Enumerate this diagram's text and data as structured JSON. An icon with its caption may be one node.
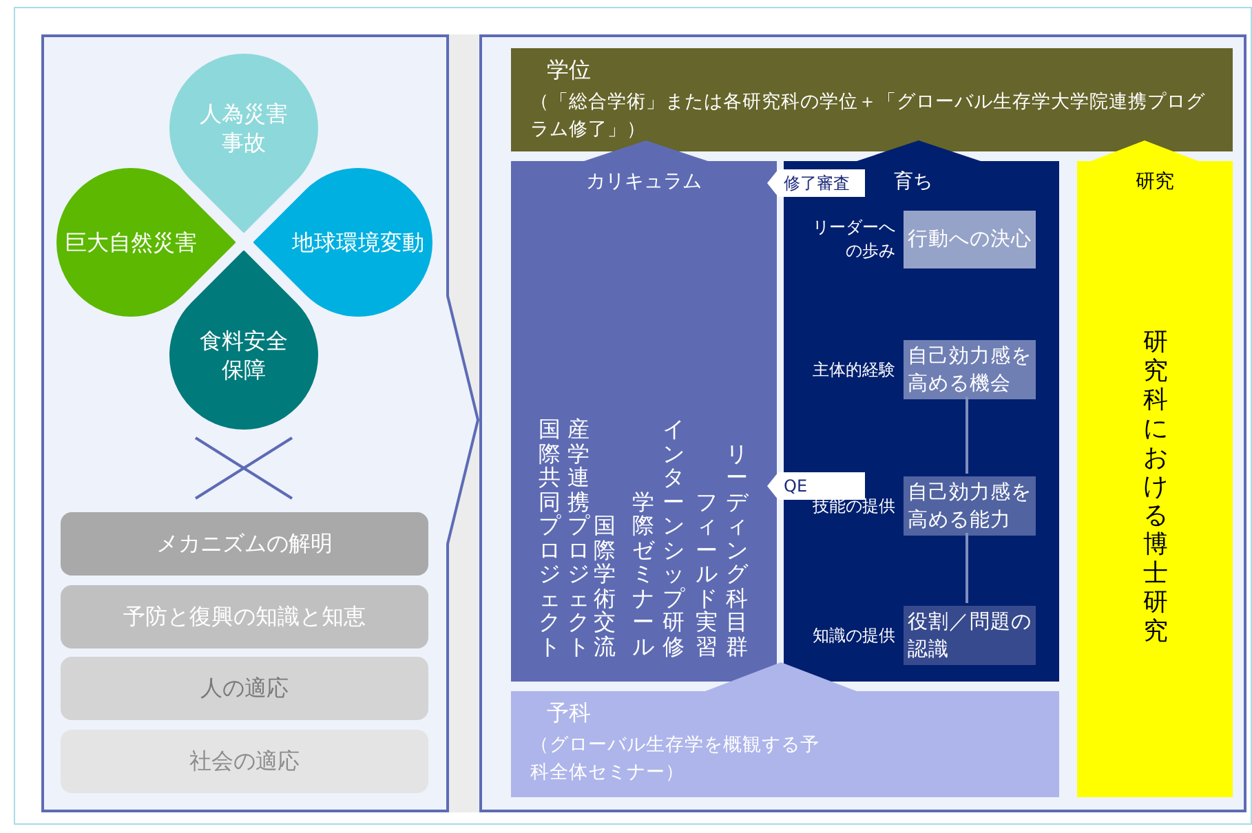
{
  "diagram": {
    "nodes": [
      {
        "text": [],
        "shape": "arrow"
      },
      {
        "text": [],
        "shape": "box"
      },
      {
        "text": [
          "人為災害事故"
        ],
        "in": 0
      },
      {
        "text": [
          "巨大自然災害"
        ],
        "in": 0
      },
      {
        "text": [
          "地球環境変動"
        ],
        "in": 0
      },
      {
        "text": [
          "食料安全保障"
        ],
        "in": 0
      },
      {
        "text": [
          "メカニズムの解明"
        ],
        "in": 0
      },
      {
        "text": [
          "予防と復興の知識と知恵"
        ],
        "in": 0
      },
      {
        "text": [
          "人の適応"
        ],
        "in": 0
      },
      {
        "text": [
          "社会の適応"
        ],
        "in": 0
      },
      {
        "text": [
          "学位",
          "（「総合学術」または各研究科の学位＋「グローバル生存学大学院連携プログラム修了」）"
        ],
        "in": 1
      },
      {
        "text": [
          "カリキュラム",
          "リーディング科目群",
          "フィールド実習",
          "インターンシップ研修",
          "学際ゼミナール",
          "国際学術交流",
          "産学連携プロジェクト",
          "国際共同プロジェクト"
        ],
        "in": 1
      },
      {
        "text": [
          "育ち"
        ],
        "in": 1
      },
      {
        "text": [
          "行動への決心"
        ],
        "in": 12,
        "beside": [
          "リーダーへの歩み"
        ]
      },
      {
        "text": [
          "自己効力感を高める機会"
        ],
        "in": 12,
        "beside": [
          "主体的経験"
        ]
      },
      {
        "text": [
          "自己効力感を高める能力"
        ],
        "in": 12,
        "beside": [
          "技能の提供"
        ]
      },
      {
        "text": [
          "役割／問題の認識"
        ],
        "in": 12,
        "beside": [
          "知識の提供"
        ]
      },
      {
        "text": [
          "修了審査"
        ],
        "in": 1
      },
      {
        "text": [
          "QE"
        ],
        "in": 1
      },
      {
        "text": [
          "研究",
          "研究科における博士研究"
        ],
        "in": 1
      },
      {
        "text": [
          "予科",
          "（グローバル生存学を概観する予科全体セミナー）"
        ],
        "in": 1
      }
    ],
    "edges": [
      {
        "from": 14,
        "to": 15,
        "arrow": "none"
      },
      {
        "from": 15,
        "to": 16,
        "arrow": "none"
      }
    ]
  }
}
